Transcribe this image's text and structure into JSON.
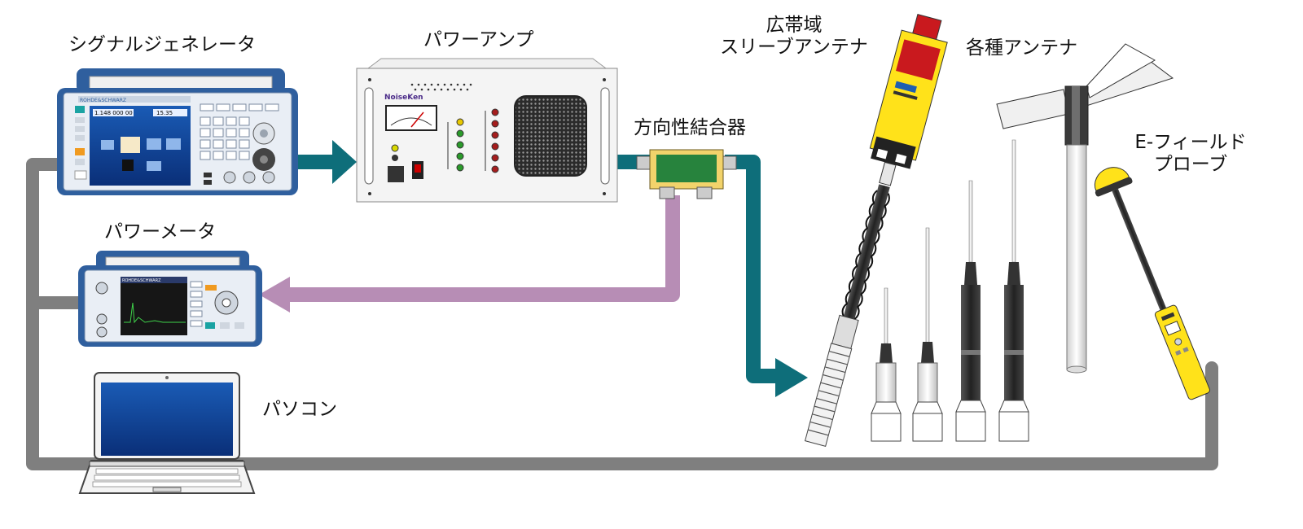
{
  "labels": {
    "signal_generator": "シグナルジェネレータ",
    "power_amp": "パワーアンプ",
    "directional_coupler": "方向性結合器",
    "power_meter": "パワーメータ",
    "pc": "パソコン",
    "broadband_antenna_line1": "広帯域",
    "broadband_antenna_line2": "スリーブアンテナ",
    "various_antennas": "各種アンテナ",
    "efield_probe_line1": "E-フィールド",
    "efield_probe_line2": "プローブ"
  },
  "device_text": {
    "sg_brand": "ROHDE&SCHWARZ",
    "sg_freq": "1.148 000 00",
    "sg_level": "15.35",
    "amp_brand": "NoiseKen",
    "pm_brand": "ROHDE&SCHWARZ"
  },
  "colors": {
    "rf_signal": "#0e6e7a",
    "reflected": "#b78db5",
    "control": "#7f7f7f",
    "device_blue": "#2f5f9e",
    "probe_yellow": "#ffe21a"
  }
}
